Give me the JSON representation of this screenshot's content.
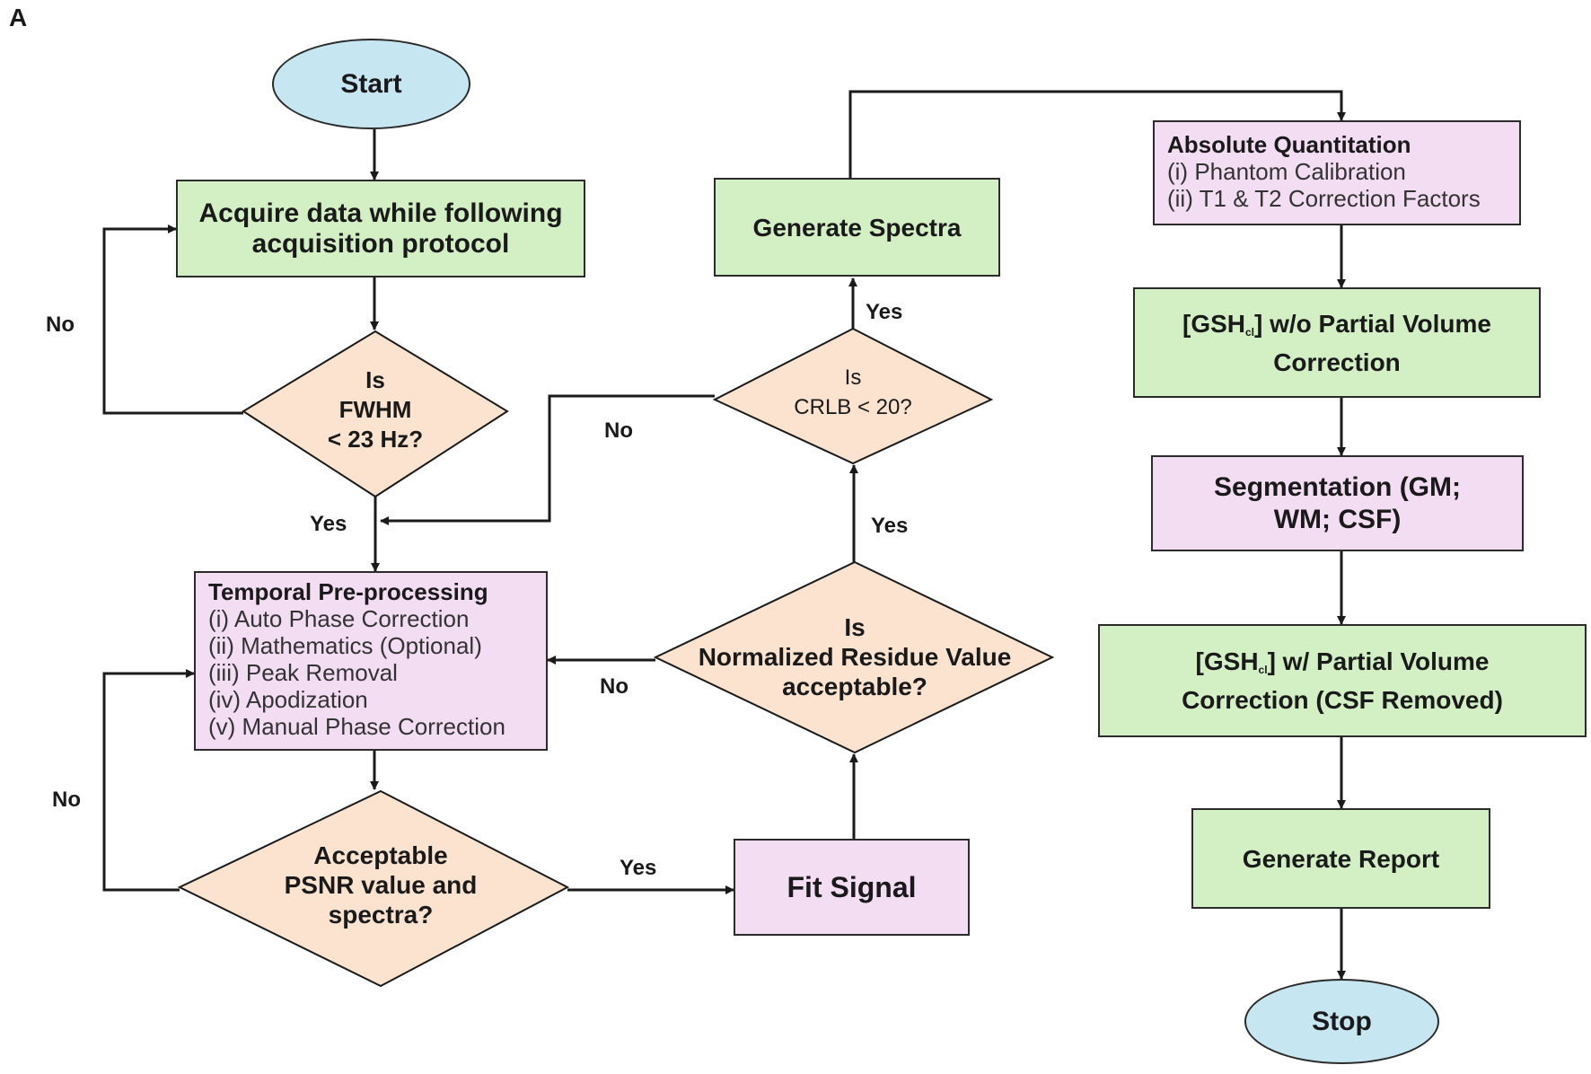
{
  "panel_label": "A",
  "nodes": {
    "start": "Start",
    "acquire": "Acquire data while following acquisition protocol",
    "fwhm_check": [
      "Is",
      "FWHM",
      "< 23 Hz?"
    ],
    "temporal": {
      "heading": "Temporal Pre-processing",
      "items": [
        "(i) Auto Phase Correction",
        "(ii) Mathematics (Optional)",
        "(iii) Peak Removal",
        "(iv) Apodization",
        "(v) Manual Phase Correction"
      ]
    },
    "psnr_check": [
      "Acceptable",
      "PSNR value and",
      "spectra?"
    ],
    "fit_signal": "Fit Signal",
    "residue_check": [
      "Is",
      "Normalized Residue Value",
      "acceptable?"
    ],
    "crlb_check": [
      "Is",
      "CRLB < 20?"
    ],
    "generate_spectra": "Generate Spectra",
    "absolute": {
      "heading": "Absolute Quantitation",
      "items": [
        "(i) Phantom Calibration",
        "(ii) T1 & T2 Correction Factors"
      ]
    },
    "gsh_wo": {
      "pre": "[GSH",
      "sub": "cl",
      "post": "] w/o Partial Volume",
      "line2": "Correction"
    },
    "segmentation": "Segmentation (GM; WM; CSF)",
    "gsh_w": {
      "pre": "[GSH",
      "sub": "cl",
      "post": "] w/ Partial Volume",
      "line2": "Correction (CSF Removed)"
    },
    "report": "Generate Report",
    "stop": "Stop"
  },
  "edge_labels": {
    "fwhm_no": "No",
    "fwhm_yes": "Yes",
    "crlb_no": "No",
    "crlb_yes": "Yes",
    "residue_no": "No",
    "residue_yes": "Yes",
    "psnr_no": "No",
    "psnr_yes": "Yes"
  },
  "colors": {
    "process_green": "#d3f0c4",
    "process_pink": "#f3ddf3",
    "decision": "#fbe3cf",
    "terminal": "#c6e6f2",
    "line": "#1a1a1a"
  }
}
